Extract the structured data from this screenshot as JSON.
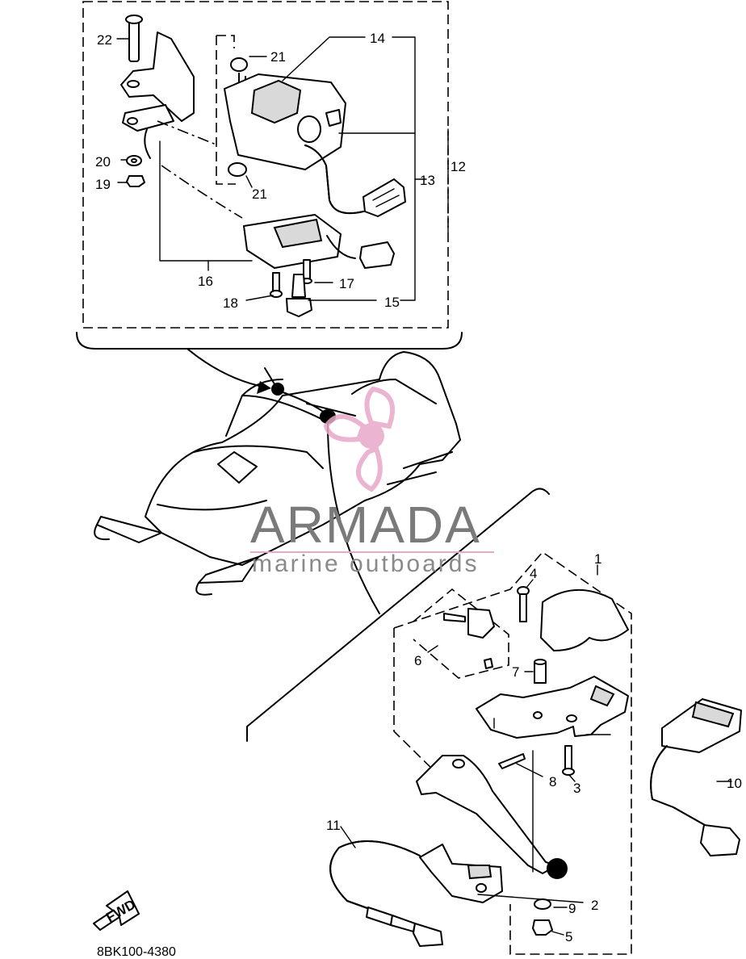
{
  "callouts": {
    "c1": "1",
    "c2": "2",
    "c3": "3",
    "c4": "4",
    "c5": "5",
    "c6": "6",
    "c7": "7",
    "c8": "8",
    "c9": "9",
    "c10": "10",
    "c11": "11",
    "c12": "12",
    "c13": "13",
    "c14": "14",
    "c15": "15",
    "c16": "16",
    "c17": "17",
    "c18": "18",
    "c19": "19",
    "c20": "20",
    "c21a": "21",
    "c21b": "21",
    "c22": "22"
  },
  "fwd_arrow": "FWD",
  "diagram_code": "8BK100-4380",
  "watermark": {
    "brand": "ARMADA",
    "tagline": "marine outboards",
    "logo_color": "#e8a8c8"
  }
}
